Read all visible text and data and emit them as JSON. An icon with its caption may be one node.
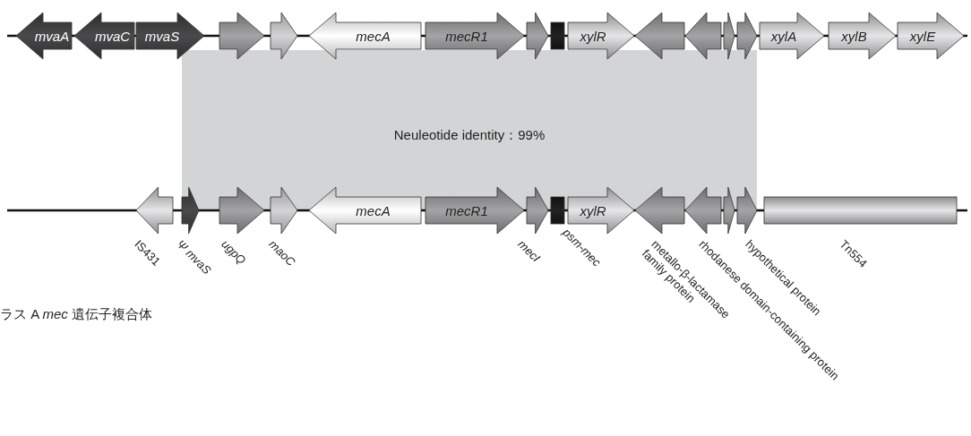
{
  "diagram": {
    "nodes": [
      {
        "text": [
          "mvaA"
        ]
      },
      {
        "text": [
          "mvaC"
        ]
      },
      {
        "text": [
          "mvaS"
        ]
      },
      {
        "text": [],
        "shape": "arrow"
      },
      {
        "text": [],
        "shape": "arrow"
      },
      {
        "text": [
          "mecA"
        ]
      },
      {
        "text": [
          "mecR1"
        ]
      },
      {
        "text": [],
        "shape": "arrow"
      },
      {
        "text": [],
        "shape": "box"
      },
      {
        "text": [
          "xylR"
        ]
      },
      {
        "text": [],
        "shape": "arrow"
      },
      {
        "text": [],
        "shape": "arrow"
      },
      {
        "text": [],
        "shape": "arrow"
      },
      {
        "text": [],
        "shape": "arrow"
      },
      {
        "text": [
          "xylA"
        ]
      },
      {
        "text": [
          "xylB"
        ]
      },
      {
        "text": [
          "xylE"
        ]
      },
      {
        "text": [
          "Neuleotide identity：99%"
        ]
      },
      {
        "text": [],
        "shape": "arrow",
        "beside": [
          "IS431"
        ]
      },
      {
        "text": [],
        "shape": "arrow",
        "beside": [
          "Ψ mvaS"
        ]
      },
      {
        "text": [],
        "shape": "arrow",
        "beside": [
          "ugpQ"
        ]
      },
      {
        "text": [],
        "shape": "arrow",
        "beside": [
          "maoC"
        ]
      },
      {
        "text": [
          "mecA"
        ]
      },
      {
        "text": [
          "mecR1"
        ]
      },
      {
        "text": [],
        "shape": "arrow",
        "beside": [
          "mecI"
        ]
      },
      {
        "text": [],
        "shape": "box",
        "beside": [
          "psm-mec"
        ]
      },
      {
        "text": [
          "xylR"
        ]
      },
      {
        "text": [],
        "shape": "arrow",
        "beside": [
          "metallo-β-lactamase family protein"
        ]
      },
      {
        "text": [],
        "shape": "arrow",
        "beside": [
          "rhodanese domain-containing protein"
        ]
      },
      {
        "text": [],
        "shape": "arrow"
      },
      {
        "text": [],
        "shape": "arrow",
        "beside": [
          "hypothetical protein"
        ]
      },
      {
        "text": [],
        "shape": "bar",
        "beside": [
          "Tn554"
        ]
      }
    ],
    "labels": [
      "ラス A *mec* 遺伝子複合体"
    ]
  }
}
